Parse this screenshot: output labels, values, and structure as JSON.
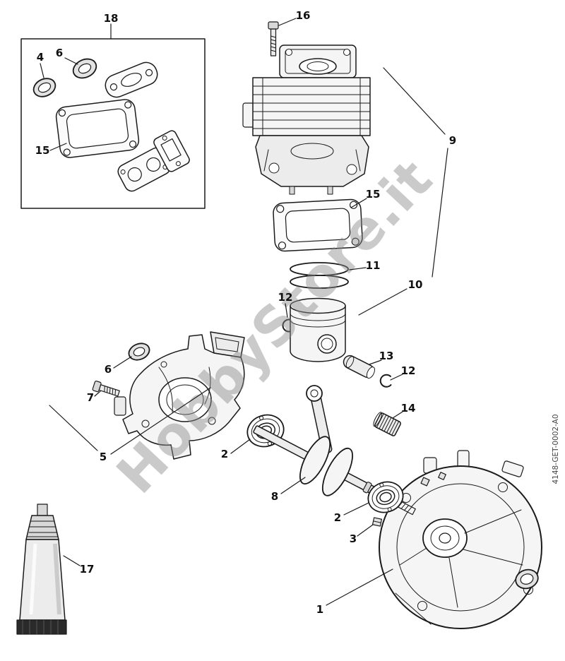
{
  "diagram": {
    "watermark": "HobbyStore.it",
    "doc_id": "4148-GET-0002-A0",
    "background": "#ffffff",
    "line_color": "#1a1a1a",
    "watermark_color": "#8a8a8a"
  },
  "callouts": [
    {
      "n": "18"
    },
    {
      "n": "16"
    },
    {
      "n": "4"
    },
    {
      "n": "6"
    },
    {
      "n": "15"
    },
    {
      "n": "9"
    },
    {
      "n": "15"
    },
    {
      "n": "11"
    },
    {
      "n": "12"
    },
    {
      "n": "10"
    },
    {
      "n": "13"
    },
    {
      "n": "12"
    },
    {
      "n": "6"
    },
    {
      "n": "7"
    },
    {
      "n": "14"
    },
    {
      "n": "5"
    },
    {
      "n": "2"
    },
    {
      "n": "8"
    },
    {
      "n": "2"
    },
    {
      "n": "3"
    },
    {
      "n": "1"
    },
    {
      "n": "17"
    }
  ]
}
